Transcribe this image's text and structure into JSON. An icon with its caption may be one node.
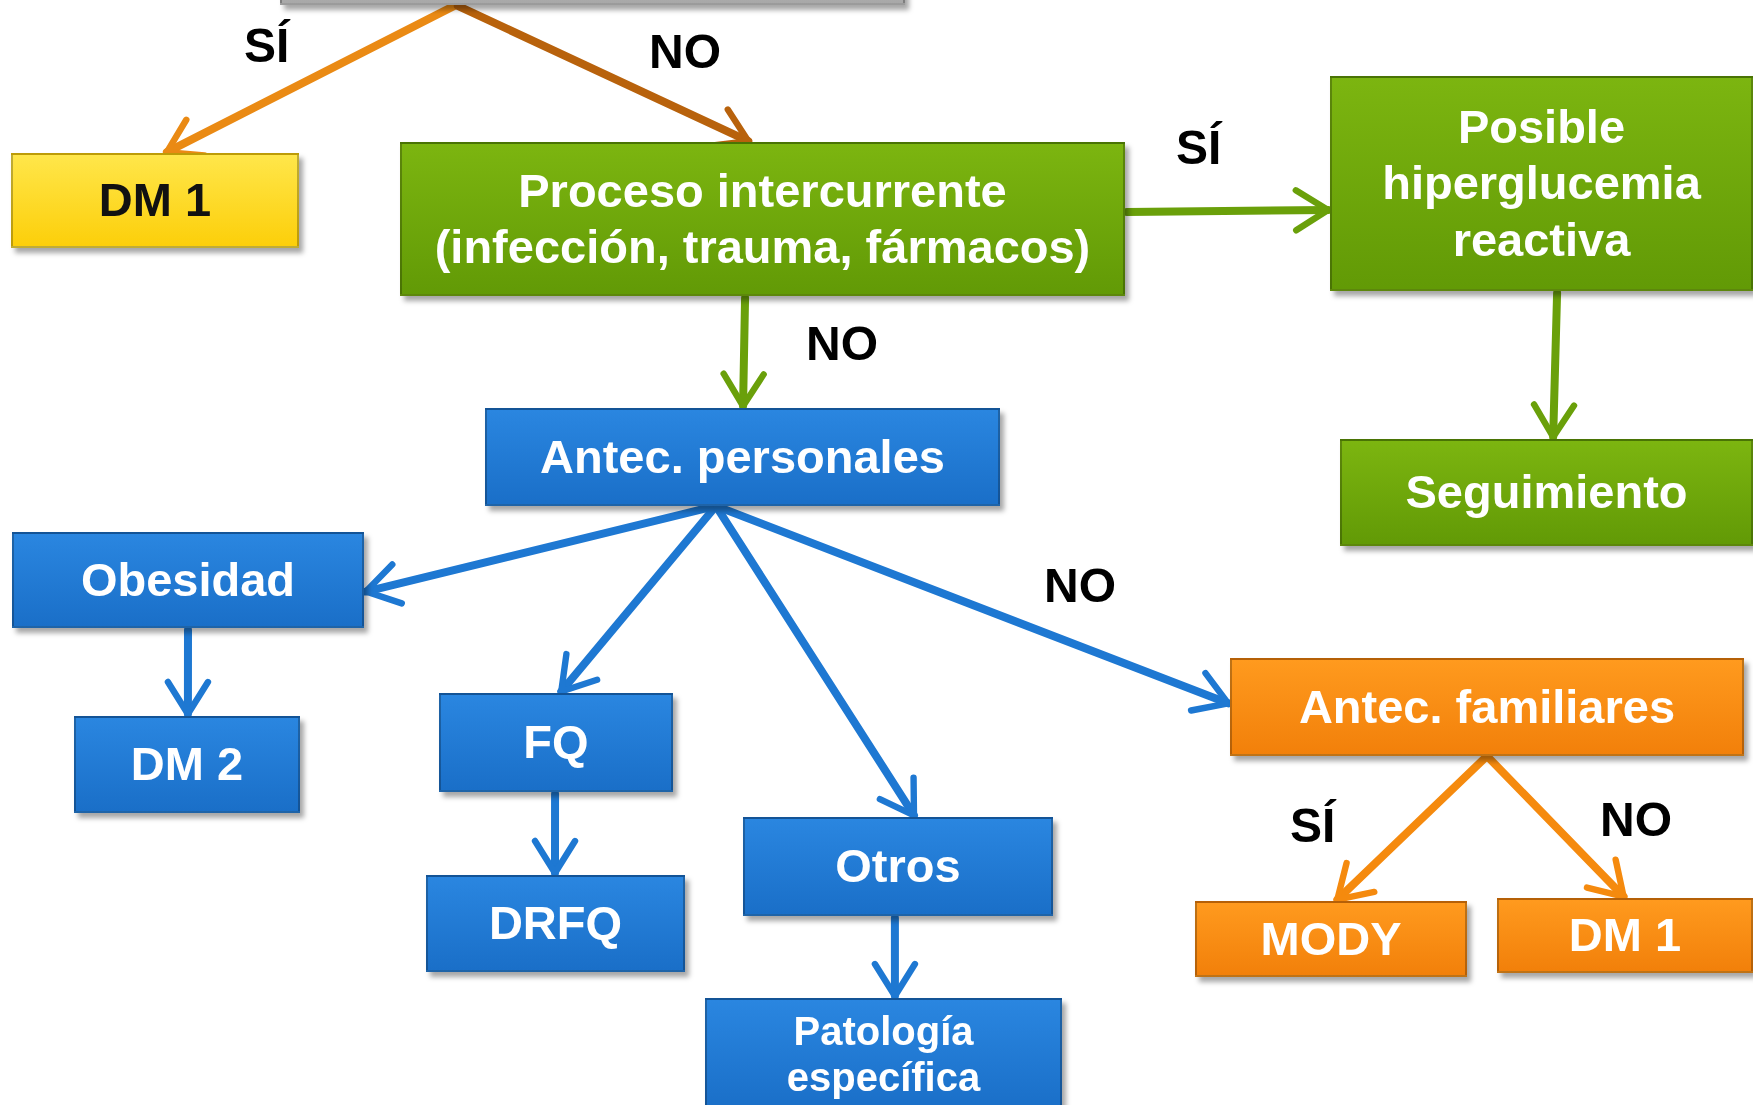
{
  "diagram": {
    "nodes": [
      {
        "text": [],
        "shape": "box"
      },
      {
        "text": [
          "DM 1"
        ]
      },
      {
        "text": [
          "Proceso intercurrente (infección, trauma, fármacos)"
        ]
      },
      {
        "text": [
          "Posible hiperglucemia reactiva"
        ]
      },
      {
        "text": [
          "Seguimiento"
        ]
      },
      {
        "text": [
          "Antec. personales"
        ]
      },
      {
        "text": [
          "Obesidad"
        ]
      },
      {
        "text": [
          "DM 2"
        ]
      },
      {
        "text": [
          "FQ"
        ]
      },
      {
        "text": [
          "DRFQ"
        ]
      },
      {
        "text": [
          "Otros"
        ]
      },
      {
        "text": [
          "Patología específica"
        ]
      },
      {
        "text": [
          "Antec. familiares"
        ]
      },
      {
        "text": [
          "MODY"
        ]
      },
      {
        "text": [
          "DM 1"
        ]
      }
    ],
    "edges": [
      {
        "from": 0,
        "to": 1,
        "arrow": "to",
        "label": "SÍ",
        "color": "#ea8a14"
      },
      {
        "from": 0,
        "to": 2,
        "arrow": "to",
        "label": "NO",
        "color": "#b8620c"
      },
      {
        "from": 2,
        "to": 3,
        "arrow": "to",
        "label": "SÍ",
        "color": "#6aa00a"
      },
      {
        "from": 3,
        "to": 4,
        "arrow": "to",
        "color": "#6aa00a"
      },
      {
        "from": 2,
        "to": 5,
        "arrow": "to",
        "label": "NO",
        "color": "#6aa00a"
      },
      {
        "from": 5,
        "to": 6,
        "arrow": "to"
      },
      {
        "from": 5,
        "to": 8,
        "arrow": "to"
      },
      {
        "from": 5,
        "to": 10,
        "arrow": "to"
      },
      {
        "from": 5,
        "to": 12,
        "arrow": "to",
        "label": "NO"
      },
      {
        "from": 6,
        "to": 7,
        "arrow": "to"
      },
      {
        "from": 8,
        "to": 9,
        "arrow": "to"
      },
      {
        "from": 10,
        "to": 11,
        "arrow": "to"
      },
      {
        "from": 12,
        "to": 13,
        "arrow": "to",
        "label": "SÍ",
        "color": "#f58a0e"
      },
      {
        "from": 12,
        "to": 14,
        "arrow": "to",
        "label": "NO",
        "color": "#f58a0e"
      }
    ]
  }
}
